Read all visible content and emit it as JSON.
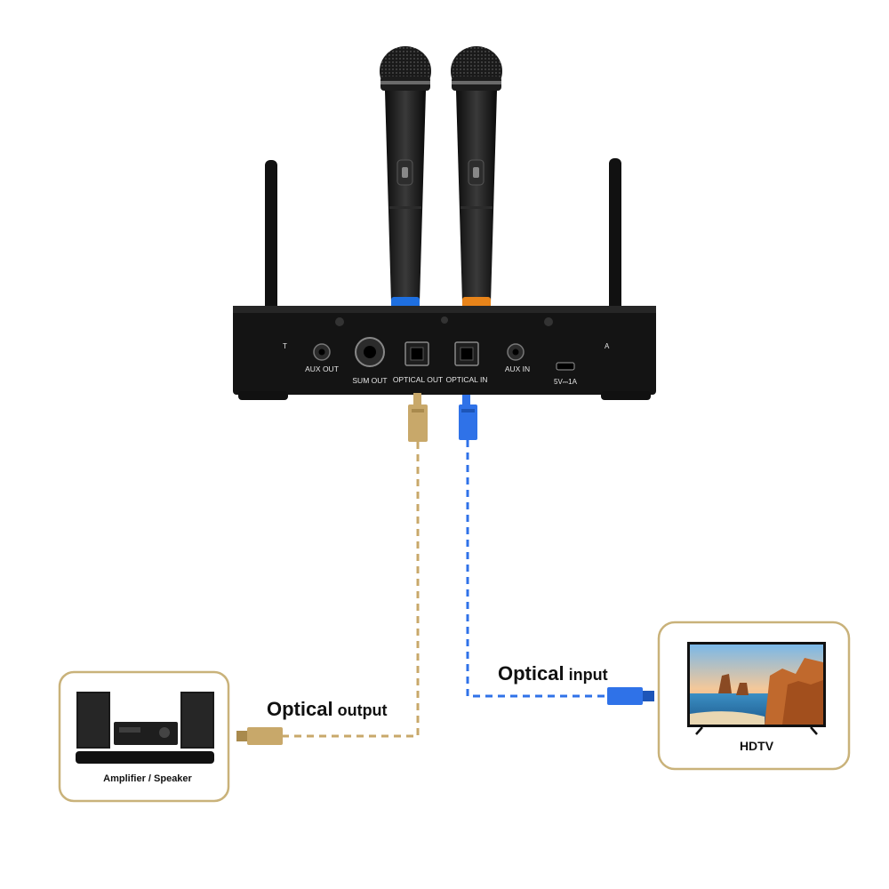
{
  "receiver": {
    "ports": {
      "aux_out": "AUX OUT",
      "sum_out": "SUM OUT",
      "optical_out": "OPTICAL OUT",
      "optical_in": "OPTICAL IN",
      "aux_in": "AUX IN",
      "power": "5V⎓1A"
    },
    "antenna_left_mark": "T",
    "antenna_right_mark": "A"
  },
  "connections": {
    "output": {
      "bold": "Optical",
      "suffix": " output",
      "color": "#c8a86a"
    },
    "input": {
      "bold": "Optical",
      "suffix": " input",
      "color": "#2f72e8"
    }
  },
  "devices": {
    "amplifier": {
      "label": "Amplifier / Speaker"
    },
    "tv": {
      "label": "HDTV"
    }
  },
  "colors": {
    "frame_gold": "#c9b27a",
    "mic_blue_ring": "#1e6fe0",
    "mic_orange_ring": "#e8841a"
  }
}
